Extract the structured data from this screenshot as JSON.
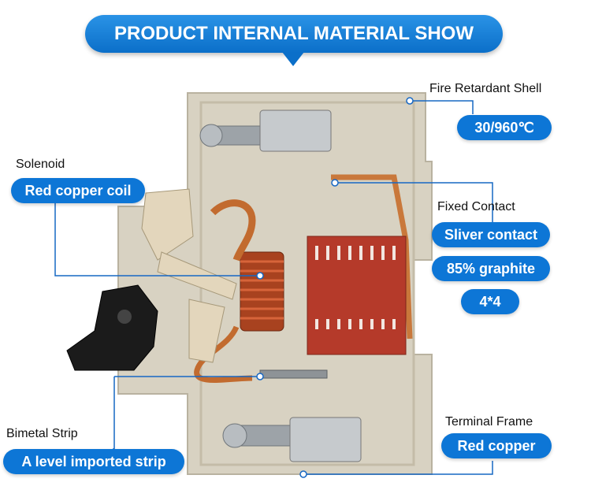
{
  "banner": {
    "title": "PRODUCT INTERNAL MATERIAL SHOW"
  },
  "callouts": {
    "fire_shell": {
      "label": "Fire Retardant Shell",
      "badge": "30/960℃"
    },
    "solenoid": {
      "label": "Solenoid",
      "badge": "Red copper coil"
    },
    "fixed_contact": {
      "label": "Fixed Contact",
      "badges": [
        "Sliver contact",
        "85% graphite",
        "4*4"
      ]
    },
    "bimetal": {
      "label": "Bimetal Strip",
      "badge": "A level imported strip"
    },
    "terminal": {
      "label": "Terminal Frame",
      "badge": "Red copper"
    }
  },
  "colors": {
    "accent": "#0d76d6",
    "housing": "#d8d2c2",
    "copper": "#c9783b",
    "arc_chute": "#b53a2a",
    "knob": "#1b1b1b"
  }
}
